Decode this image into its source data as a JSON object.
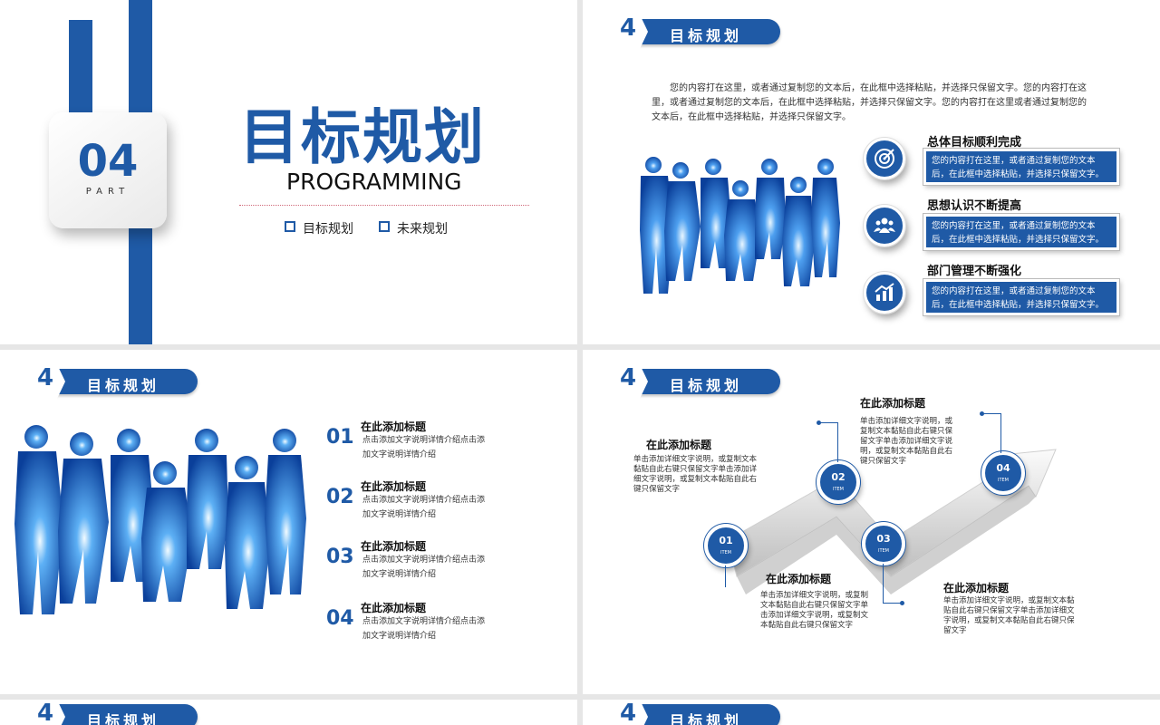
{
  "section": {
    "number": "4",
    "title": "目标规划"
  },
  "slide1": {
    "part_number": "04",
    "part_label": "PART",
    "title": "目标规划",
    "subtitle": "PROGRAMMING",
    "items": [
      "目标规划",
      "未来规划"
    ]
  },
  "slide2": {
    "paragraph": "您的内容打在这里，或者通过复制您的文本后，在此框中选择粘贴，并选择只保留文字。您的内容打在这里，或者通过复制您的文本后，在此框中选择粘贴，并选择只保留文字。您的内容打在这里或者通过复制您的文本后，在此框中选择粘贴，并选择只保留文字。",
    "goals": [
      {
        "icon": "target-icon",
        "heading": "总体目标顺利完成",
        "text": "您的内容打在这里，或者通过复制您的文本后，在此框中选择粘贴，并选择只保留文字。"
      },
      {
        "icon": "team-icon",
        "heading": "思想认识不断提高",
        "text": "您的内容打在这里，或者通过复制您的文本后，在此框中选择粘贴，并选择只保留文字。"
      },
      {
        "icon": "growth-chart-icon",
        "heading": "部门管理不断强化",
        "text": "您的内容打在这里，或者通过复制您的文本后，在此框中选择粘贴，并选择只保留文字。"
      }
    ]
  },
  "slide3": {
    "items": [
      {
        "num": "01",
        "heading": "在此添加标题",
        "text": "点击添加文字说明详情介绍点击添加文字说明详情介绍"
      },
      {
        "num": "02",
        "heading": "在此添加标题",
        "text": "点击添加文字说明详情介绍点击添加文字说明详情介绍"
      },
      {
        "num": "03",
        "heading": "在此添加标题",
        "text": "点击添加文字说明详情介绍点击添加文字说明详情介绍"
      },
      {
        "num": "04",
        "heading": "在此添加标题",
        "text": "点击添加文字说明详情介绍点击添加文字说明详情介绍"
      }
    ]
  },
  "slide4": {
    "step_label": "ITEM",
    "steps": [
      {
        "num": "01",
        "heading": "在此添加标题",
        "text": "单击添加详细文字说明，或复制文本黏贴自此右键只保留文字单击添加详细文字说明，或复制文本黏贴自此右键只保留文字"
      },
      {
        "num": "02",
        "heading": "在此添加标题",
        "text": "单击添加详细文字说明，或复制文本黏贴自此右键只保留文字单击添加详细文字说明，或复制文本黏贴自此右键只保留文字"
      },
      {
        "num": "03",
        "heading": "在此添加标题",
        "text": "单击添加详细文字说明，或复制文本黏贴自此右键只保留文字单击添加详细文字说明，或复制文本黏贴自此右键只保留文字"
      },
      {
        "num": "04",
        "heading": "在此添加标题",
        "text": "单击添加详细文字说明，或复制文本黏贴自此右键只保留文字单击添加详细文字说明，或复制文本黏贴自此右键只保留文字"
      }
    ]
  },
  "colors": {
    "brand": "#1f5aa6",
    "background": "#ffffff"
  }
}
